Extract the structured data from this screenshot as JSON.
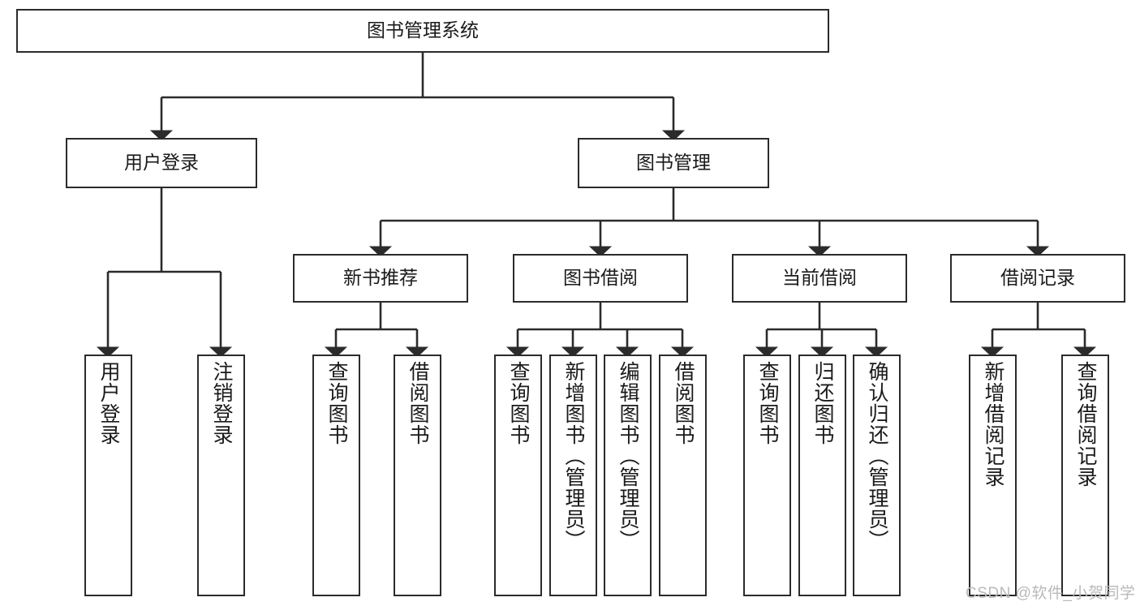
{
  "diagram": {
    "title": "图书管理系统",
    "type": "tree-hierarchy",
    "watermark": "CSDN @软件_小贺同学",
    "colors": {
      "stroke": "#2b2b2b",
      "fill": "#ffffff",
      "text": "#1a1a1a",
      "watermark": "#b9b9b9"
    },
    "levels": {
      "root": "图书管理系统",
      "level2": [
        "用户登录",
        "图书管理"
      ],
      "level3": [
        "新书推荐",
        "图书借阅",
        "当前借阅",
        "借阅记录"
      ]
    },
    "nodes": {
      "root": {
        "label": "图书管理系统"
      },
      "user_login": {
        "label": "用户登录"
      },
      "book_manage": {
        "label": "图书管理"
      },
      "new_book_rec": {
        "label": "新书推荐"
      },
      "book_borrow": {
        "label": "图书借阅"
      },
      "current_borrow": {
        "label": "当前借阅"
      },
      "borrow_record": {
        "label": "借阅记录"
      },
      "leaf_user_login": {
        "label": "用户登录"
      },
      "leaf_logout": {
        "label": "注销登录"
      },
      "leaf_query_book_1": {
        "label": "查询图书"
      },
      "leaf_borrow_book_1": {
        "label": "借阅图书"
      },
      "leaf_query_book_2": {
        "label": "查询图书"
      },
      "leaf_add_book": {
        "label": "新增图书（管理员）"
      },
      "leaf_edit_book": {
        "label": "编辑图书（管理员）"
      },
      "leaf_borrow_book_2": {
        "label": "借阅图书"
      },
      "leaf_query_book_3": {
        "label": "查询图书"
      },
      "leaf_return_book": {
        "label": "归还图书"
      },
      "leaf_confirm_return": {
        "label": "确认归还（管理员）"
      },
      "leaf_add_record": {
        "label": "新增借阅记录"
      },
      "leaf_query_record": {
        "label": "查询借阅记录"
      }
    },
    "edges": [
      {
        "from": "root",
        "to": "用户登录"
      },
      {
        "from": "root",
        "to": "图书管理"
      },
      {
        "from": "用户登录",
        "to": "用户登录"
      },
      {
        "from": "用户登录",
        "to": "注销登录"
      },
      {
        "from": "图书管理",
        "to": "新书推荐"
      },
      {
        "from": "图书管理",
        "to": "图书借阅"
      },
      {
        "from": "图书管理",
        "to": "当前借阅"
      },
      {
        "from": "图书管理",
        "to": "借阅记录"
      },
      {
        "from": "新书推荐",
        "to": "查询图书"
      },
      {
        "from": "新书推荐",
        "to": "借阅图书"
      },
      {
        "from": "图书借阅",
        "to": "查询图书"
      },
      {
        "from": "图书借阅",
        "to": "新增图书（管理员）"
      },
      {
        "from": "图书借阅",
        "to": "编辑图书（管理员）"
      },
      {
        "from": "图书借阅",
        "to": "借阅图书"
      },
      {
        "from": "当前借阅",
        "to": "查询图书"
      },
      {
        "from": "当前借阅",
        "to": "归还图书"
      },
      {
        "from": "当前借阅",
        "to": "确认归还（管理员）"
      },
      {
        "from": "借阅记录",
        "to": "新增借阅记录"
      },
      {
        "from": "借阅记录",
        "to": "查询借阅记录"
      }
    ]
  }
}
